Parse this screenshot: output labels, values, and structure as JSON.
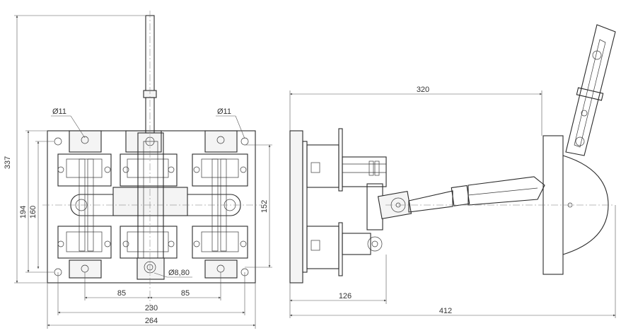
{
  "drawing": {
    "dimensions": {
      "total_height": "337",
      "outer_height": "194",
      "inner_height": "160",
      "right_height": "152",
      "hole_dia_left": "Ø11",
      "hole_dia_right": "Ø11",
      "pivot_hole_dia": "Ø8,80",
      "span_left": "85",
      "span_right": "85",
      "inner_width": "230",
      "total_width": "264",
      "side_top_length": "320",
      "side_offset": "126",
      "side_total_length": "412"
    },
    "colors": {
      "line": "#2a2a2a",
      "dimension": "#555555"
    }
  }
}
